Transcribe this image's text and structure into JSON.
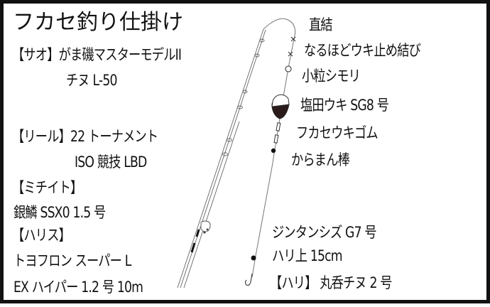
{
  "title": "フカセ釣り仕掛け",
  "left_specs": {
    "rod": {
      "label": "【サオ】",
      "line1": "がま磯マスターモデルII",
      "line2": "チヌ L-50"
    },
    "reel": {
      "label": "【リール】",
      "line1": "22 トーナメント",
      "line2": "ISO 競技 LBD"
    },
    "mainline": {
      "label": "【ミチイト】",
      "line1": "銀鱗 SSX0 1.5 号"
    },
    "leader": {
      "label": "【ハリス】",
      "line1": "トヨフロン スーパー L",
      "line2": "EX ハイパー 1.2 号 10m"
    }
  },
  "right_specs": {
    "connection": "直結",
    "float_stop": "なるほどウキ止め結び",
    "bead": "小粒シモリ",
    "float": "塩田ウキ SG8 号",
    "float_rubber": "フカセウキゴム",
    "swivel_stick": "からまん棒",
    "sinker": "ジンタンシズ G7 号",
    "sinker_position": "ハリ上 15cm",
    "hook": "【ハリ】 丸呑チヌ 2 号"
  },
  "colors": {
    "border": "#111111",
    "text": "#111111",
    "line": "#777777",
    "float_bottom": "#2a1a1a",
    "background": "#ffffff"
  }
}
